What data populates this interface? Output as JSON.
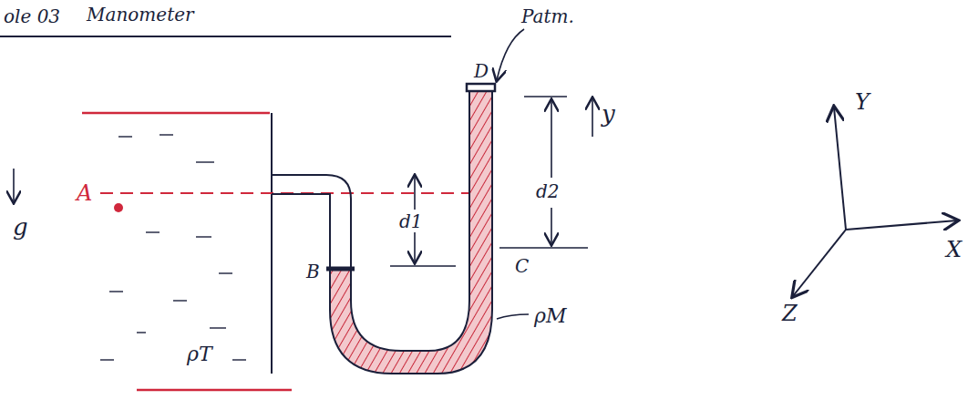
{
  "diagram": {
    "labels": [
      "ole 03",
      "Manometer",
      "Patm.",
      "D",
      "y",
      "g",
      "A",
      "d1",
      "d2",
      "B",
      "C",
      "ρM",
      "ρT",
      "Y",
      "X",
      "Z"
    ]
  }
}
